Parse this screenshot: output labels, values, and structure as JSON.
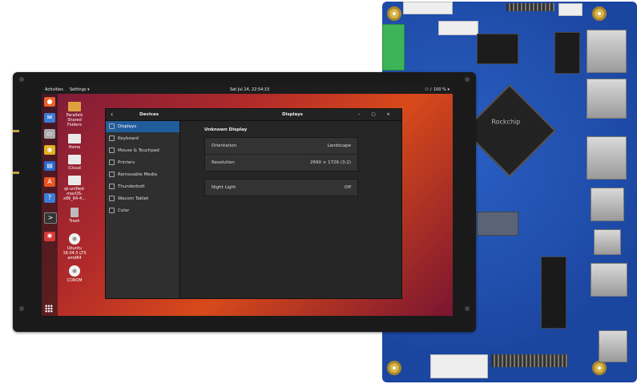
{
  "topbar": {
    "activities": "Activities",
    "settings_menu": "Settings ▾",
    "clock": "Sat Jul 24, 22:54:15",
    "battery": "100 %"
  },
  "desktop_icons": [
    {
      "label": "Parallels Shared Folders"
    },
    {
      "label": "Home"
    },
    {
      "label": "iCloud"
    },
    {
      "label": "qt-unified-macOS-x86_64-4..."
    },
    {
      "label": "Trash"
    },
    {
      "label": "Ubuntu 18.04.5 LTS amd64"
    },
    {
      "label": "CDROM"
    }
  ],
  "window": {
    "sidebar_title": "Devices",
    "panel_title": "Displays",
    "controls": "– ▢ ×",
    "sidebar_items": [
      {
        "label": "Displays",
        "selected": true
      },
      {
        "label": "Keyboard"
      },
      {
        "label": "Mouse & Touchpad"
      },
      {
        "label": "Printers"
      },
      {
        "label": "Removable Media"
      },
      {
        "label": "Thunderbolt"
      },
      {
        "label": "Wacom Tablet"
      },
      {
        "label": "Color"
      }
    ],
    "display_name": "Unknown Display",
    "settings": [
      {
        "label": "Orientation",
        "value": "Landscape"
      },
      {
        "label": "Resolution",
        "value": "2690 × 1726 (3:2)"
      }
    ],
    "night_light": {
      "label": "Night Light",
      "value": "Off"
    }
  },
  "colors": {
    "selection": "#215d9c",
    "pcb": "#1f4fae",
    "wallpaper_accent": "#d84a1a"
  }
}
